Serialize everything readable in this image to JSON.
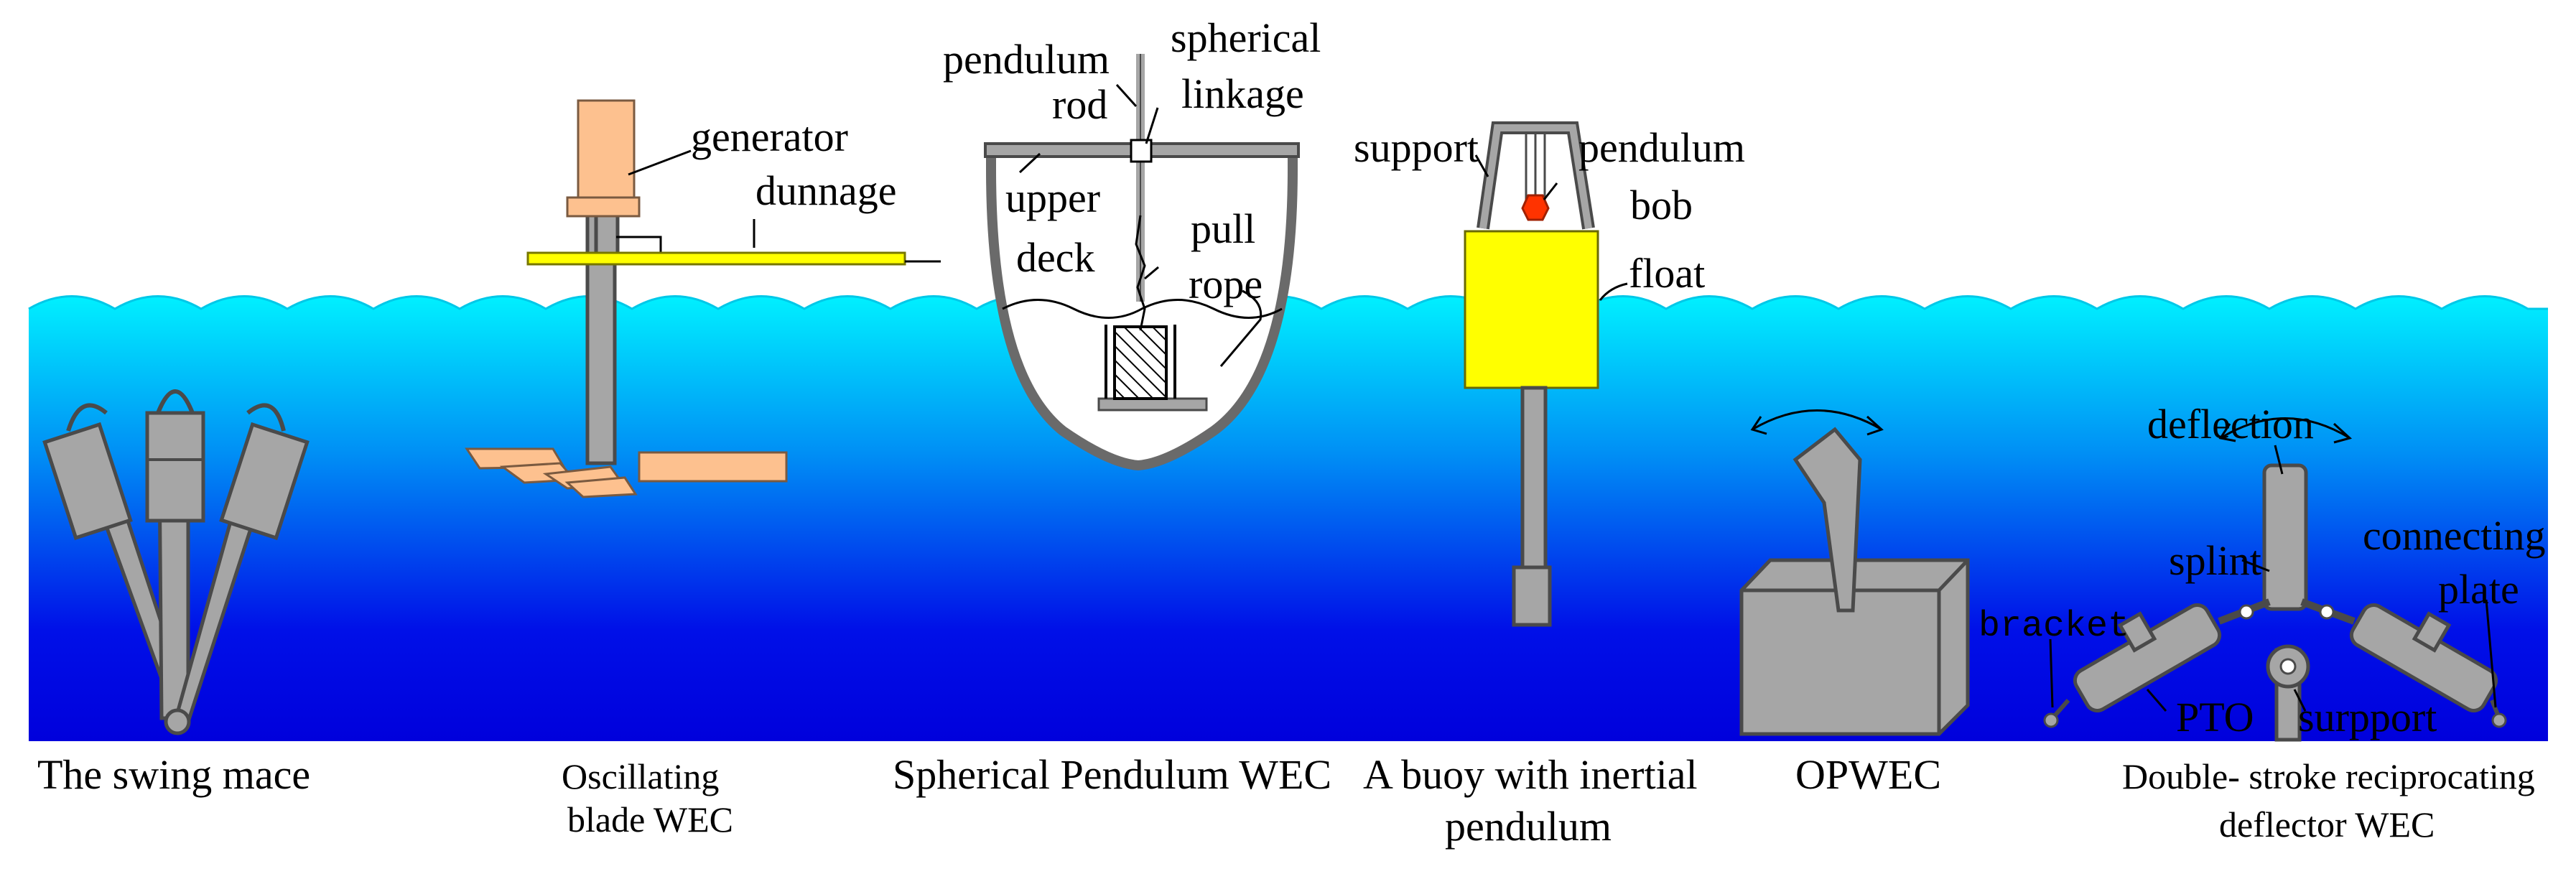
{
  "labels": {
    "generator": "generator",
    "dunnage": "dunnage",
    "pendulum_rod_1": "pendulum",
    "pendulum_rod_2": "rod",
    "spherical_linkage_1": "spherical",
    "spherical_linkage_2": "linkage",
    "upper_deck_1": "upper",
    "upper_deck_2": "deck",
    "pull_rope_1": "pull",
    "pull_rope_2": "rope",
    "support": "support",
    "pendulum_bob_1": "pendulum",
    "pendulum_bob_2": "bob",
    "float": "float",
    "deflection": "deflection",
    "splint": "splint",
    "connecting_plate_1": "connecting",
    "connecting_plate_2": "plate",
    "bracket": "bracket",
    "pto": "PTO",
    "surpport": "surpport"
  },
  "captions": {
    "swing_mace": "The swing mace",
    "oscillating_1": "Oscillating",
    "oscillating_2": "blade WEC",
    "spherical": "Spherical Pendulum WEC",
    "buoy_1": "A buoy with inertial",
    "buoy_2": "pendulum",
    "opwec": "OPWEC",
    "double_1": "Double- stroke reciprocating",
    "double_2": "deflector WEC"
  },
  "colors": {
    "water_top": "#00e5ff",
    "water_bottom": "#0000e6",
    "device_gray": "#a6a6a6",
    "generator_tan": "#fdc18f",
    "dunnage_yellow": "#ffff00",
    "float_yellow": "#ffff00",
    "bob_red": "#ff3300"
  }
}
